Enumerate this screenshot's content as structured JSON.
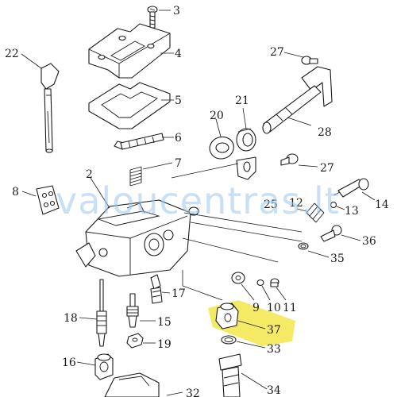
{
  "watermark": "valoucentras.lt",
  "highlight_color": "#f2e64a",
  "labels": {
    "l2": "2",
    "l3": "3",
    "l4": "4",
    "l5": "5",
    "l6": "6",
    "l7": "7",
    "l8": "8",
    "l9": "9",
    "l10": "10",
    "l11": "11",
    "l12": "12",
    "l13": "13",
    "l14": "14",
    "l15": "15",
    "l16": "16",
    "l17": "17",
    "l18": "18",
    "l19": "19",
    "l20": "20",
    "l21": "21",
    "l22": "22",
    "l25": "25",
    "l27a": "27",
    "l27b": "27",
    "l28": "28",
    "l32": "32",
    "l33": "33",
    "l34": "34",
    "l35": "35",
    "l36": "36",
    "l37": "37"
  }
}
